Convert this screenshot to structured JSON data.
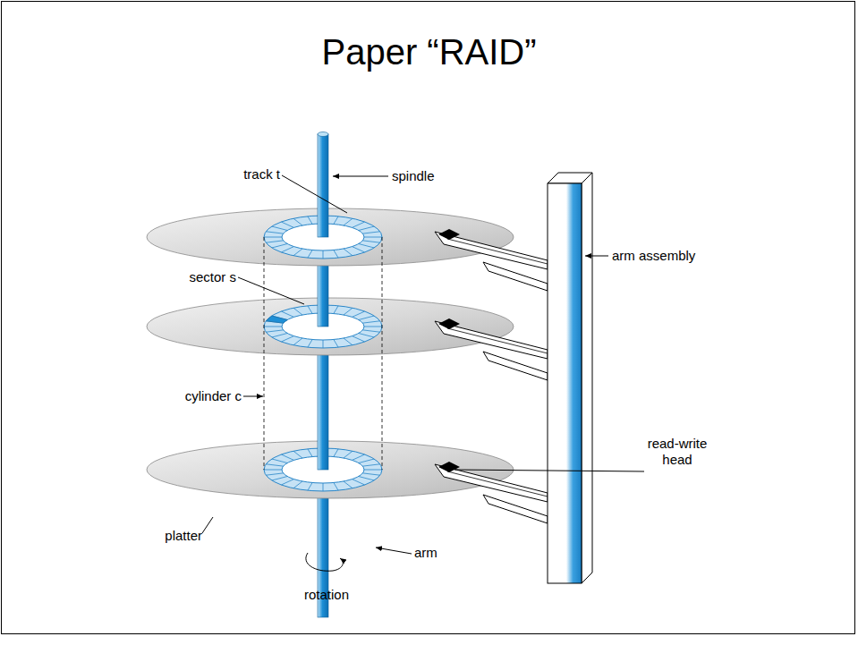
{
  "diagram": {
    "title": "Paper “RAID”",
    "labels": [
      "track t",
      "spindle",
      "arm assembly",
      "sector s",
      "cylinder c",
      "read-write head",
      "platter",
      "arm",
      "rotation"
    ]
  }
}
